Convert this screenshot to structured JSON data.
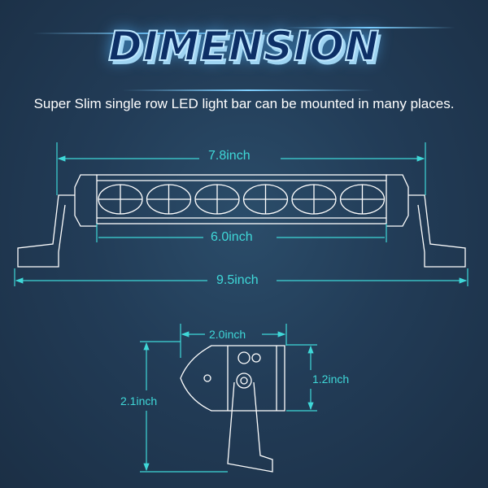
{
  "title": "DIMENSION",
  "subtitle": "Super Slim single row LED light bar can be mounted in many places.",
  "front_view": {
    "overall_bar_length": "7.8inch",
    "lens_length": "6.0inch",
    "mounting_width": "9.5inch"
  },
  "side_view": {
    "depth": "2.0inch",
    "body_height": "1.2inch",
    "total_height": "2.1inch"
  },
  "colors": {
    "dimension": "#3fd8d8",
    "outline": "#ffffff",
    "background": "#223c57"
  }
}
